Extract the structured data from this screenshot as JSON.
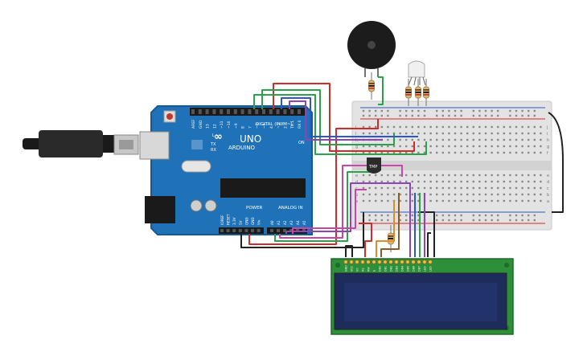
{
  "arduino": {
    "digital_label": "DIGITAL (PWM~)",
    "brand": "ARDUINO",
    "model": "UNO",
    "power_label": "POWER",
    "analog_label": "ANALOG IN",
    "on_label": "ON",
    "l_label": "L",
    "tx_label": "TX",
    "rx_label": "RX",
    "digital_pins": [
      "AREF",
      "GND",
      "13",
      "12",
      "~11",
      "~10",
      "~9",
      "8",
      "7",
      "~6",
      "~5",
      "4",
      "~3",
      "2",
      "TX 1",
      "RX 0"
    ],
    "power_pins": [
      "IOREF",
      "RESET",
      "3.3V",
      "5V",
      "GND",
      "GND",
      "Vin"
    ],
    "analog_pins": [
      "A0",
      "A1",
      "A2",
      "A3",
      "A4",
      "A5"
    ]
  },
  "sensor": {
    "label": "TMP"
  },
  "breadboard": {
    "row_letters_top": [
      "j",
      "i",
      "h",
      "g",
      "f"
    ],
    "row_letters_bottom": [
      "e",
      "d",
      "c",
      "b",
      "a"
    ]
  },
  "lcd": {
    "pin_labels": [
      "GND",
      "VCC",
      "V0",
      "RS",
      "RW",
      "E",
      "DB0",
      "DB1",
      "DB2",
      "DB3",
      "DB4",
      "DB5",
      "DB6",
      "DB7",
      "LED",
      "LED"
    ]
  },
  "colors": {
    "arduino_blue": "#1f72b8",
    "breadboard": "#e3e3e3",
    "lcd_board": "#2e8f3a",
    "lcd_screen": "#1e2c5c",
    "wire_red": "#d32a2a",
    "wire_green": "#2aa24a",
    "wire_blue": "#2f56c8",
    "wire_purple": "#8d45b6",
    "wire_pink": "#c946a8",
    "wire_brown": "#8a5a2b",
    "wire_black": "#222222",
    "wire_orange": "#e08a2a"
  }
}
